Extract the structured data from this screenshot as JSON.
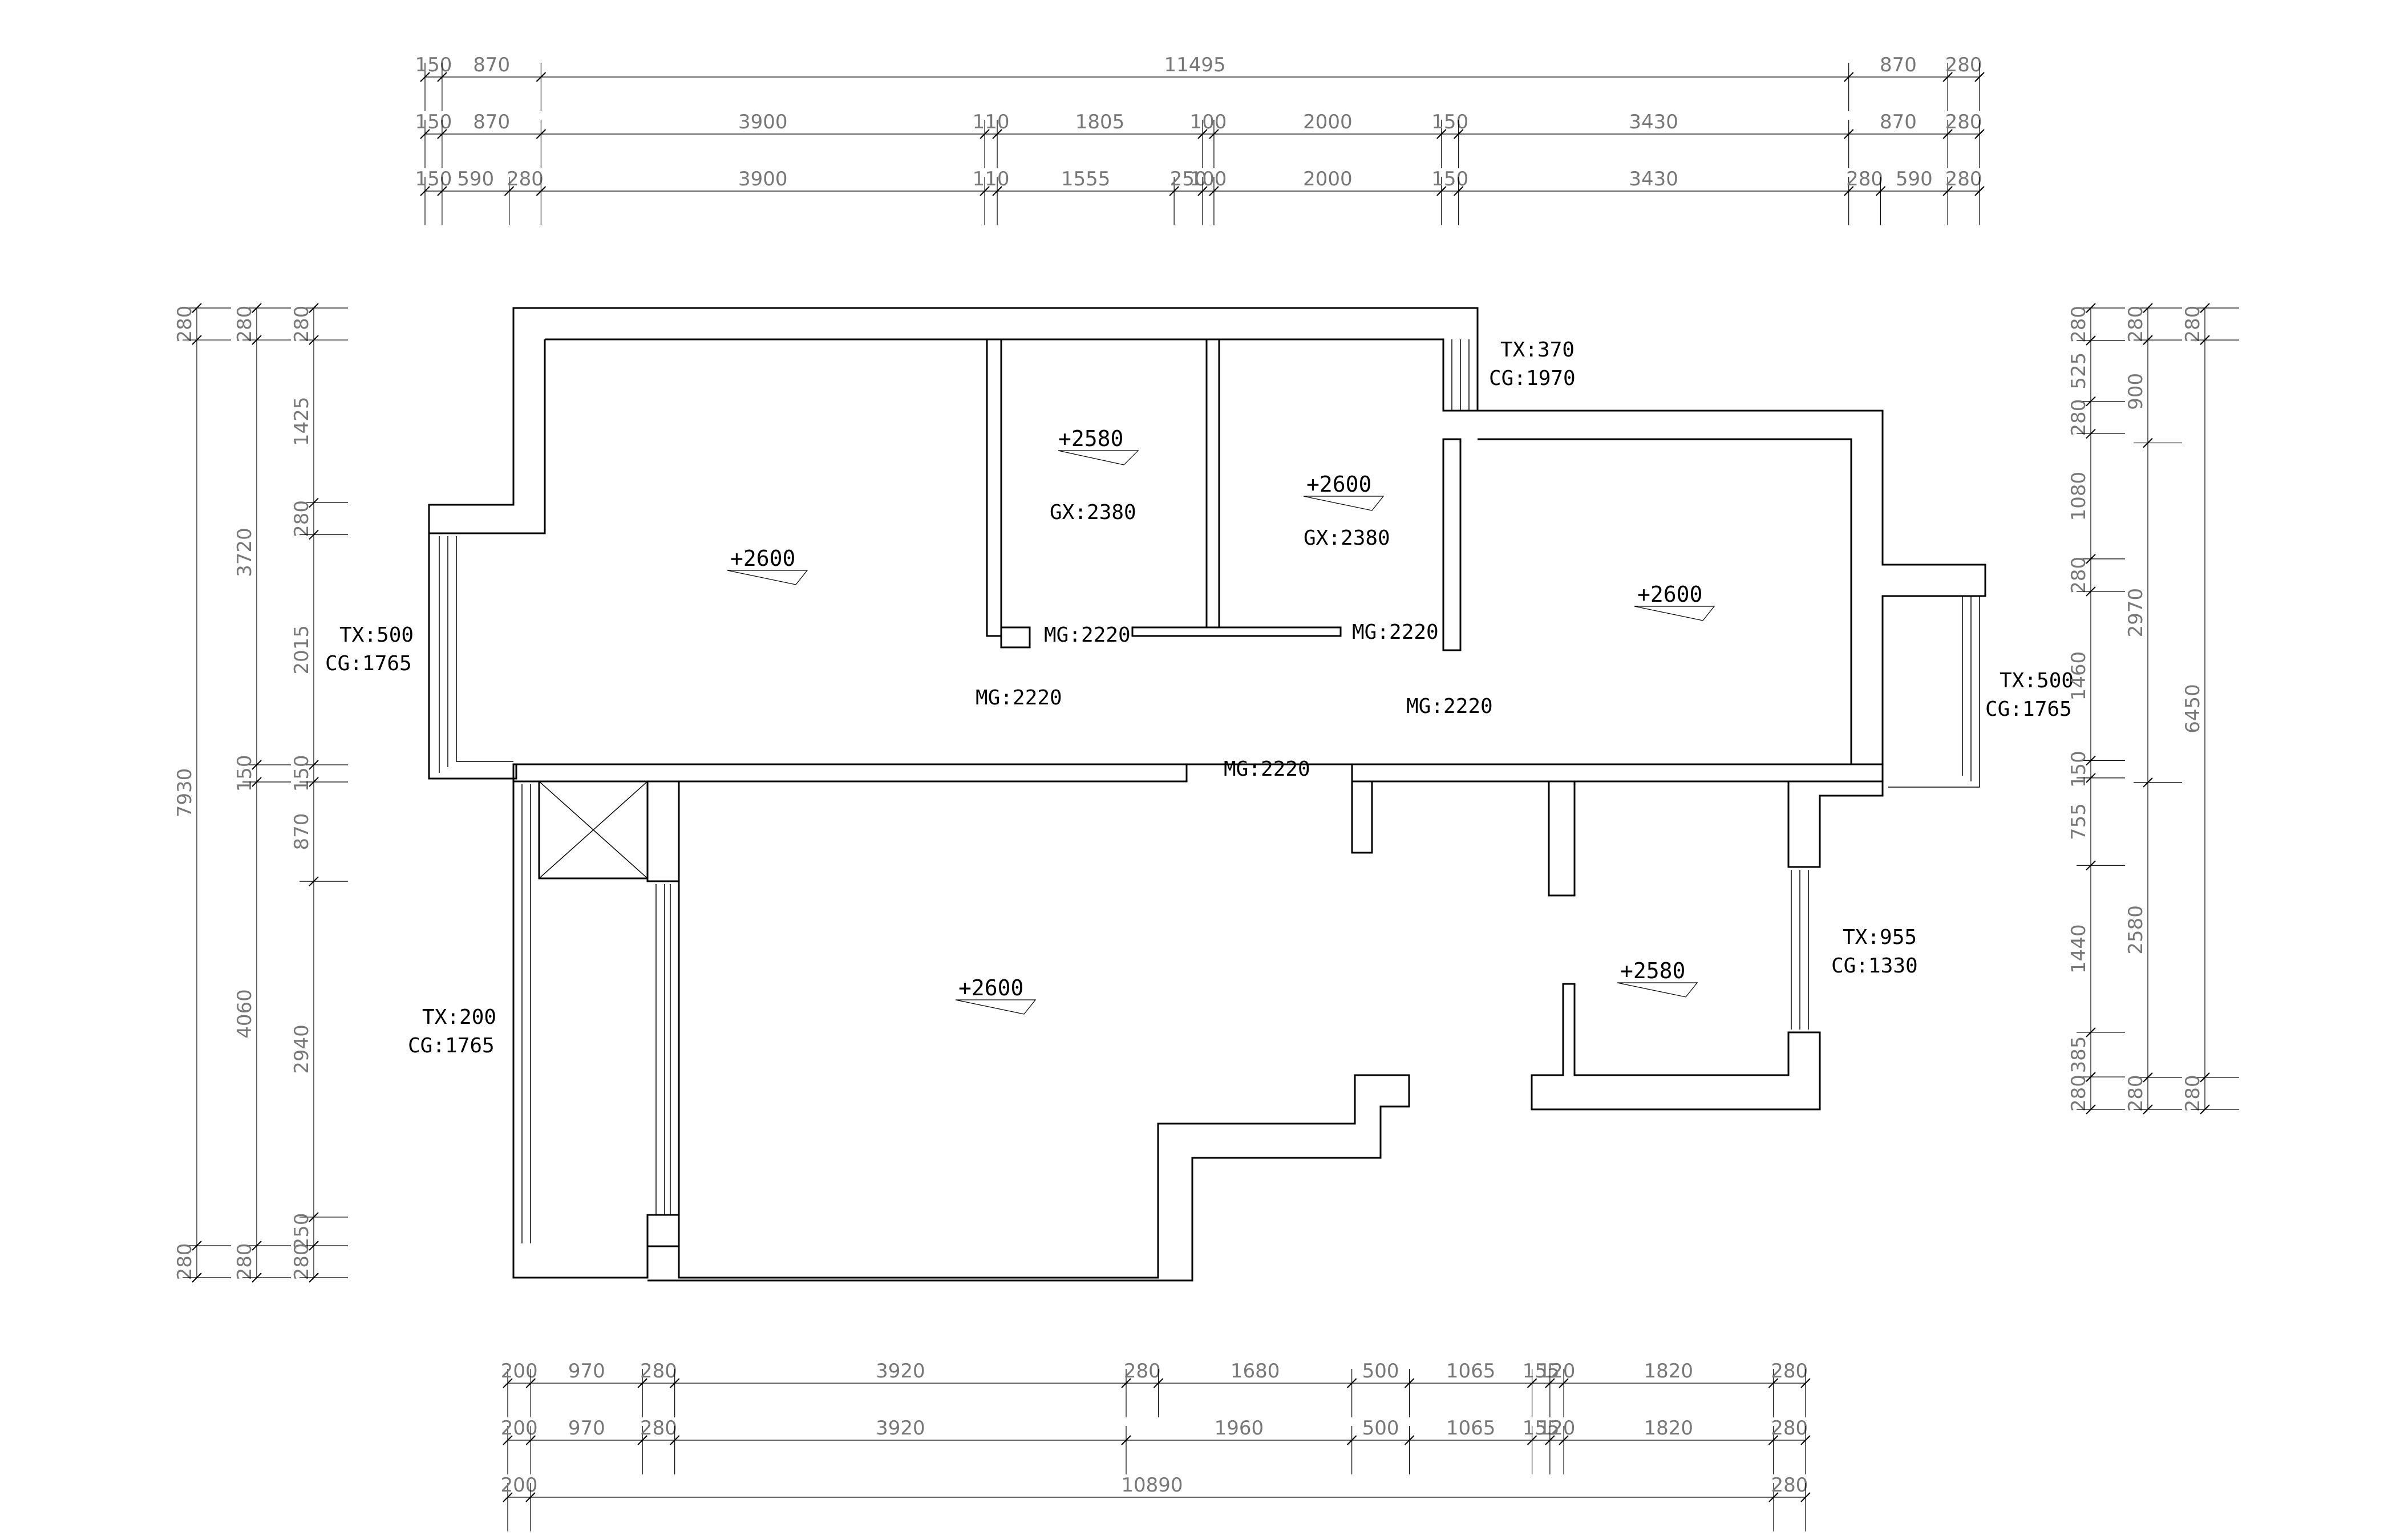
{
  "dimensions": {
    "top": [
      [
        "150",
        "870",
        "11495",
        "870",
        "280"
      ],
      [
        "150",
        "870",
        "3900",
        "110",
        "1805",
        "100",
        "2000",
        "150",
        "3430",
        "870",
        "280"
      ],
      [
        "150",
        "590",
        "280",
        "3900",
        "110",
        "1555",
        "250",
        "100",
        "2000",
        "150",
        "3430",
        "280",
        "590",
        "280"
      ]
    ],
    "bottom": [
      [
        "200",
        "970",
        "280",
        "3920",
        "280",
        "1680",
        "500",
        "1065",
        "155",
        "120",
        "1820",
        "280"
      ],
      [
        "200",
        "970",
        "280",
        "3920",
        "1960",
        "500",
        "1065",
        "155",
        "120",
        "1820",
        "280"
      ],
      [
        "200",
        "10890",
        "280"
      ]
    ],
    "left": [
      [
        "280",
        "7930",
        "280"
      ],
      [
        "280",
        "3720",
        "150",
        "4060",
        "280"
      ],
      [
        "280",
        "1425",
        "280",
        "2015",
        "150",
        "870",
        "2940",
        "250",
        "280"
      ]
    ],
    "right": [
      [
        "280",
        "525",
        "280",
        "1080",
        "280",
        "1460",
        "150",
        "755",
        "1440",
        "385",
        "280"
      ],
      [
        "280",
        "900",
        "2970",
        "2580",
        "280"
      ],
      [
        "280",
        "6450",
        "280"
      ]
    ]
  },
  "annotations": {
    "window_top": [
      "TX:370",
      "CG:1970"
    ],
    "window_left_upper": [
      "TX:500",
      "CG:1765"
    ],
    "window_right_upper": [
      "TX:500",
      "CG:1765"
    ],
    "window_right_lower": [
      "TX:955",
      "CG:1330"
    ],
    "window_left_lower": [
      "TX:200",
      "CG:1765"
    ],
    "doors": [
      "MG:2220",
      "MG:2220",
      "MG:2220",
      "MG:2220",
      "MG:2220"
    ],
    "ceiling": [
      "GX:2380",
      "GX:2380"
    ]
  },
  "levels": [
    "+2580",
    "+2600",
    "+2600",
    "+2600",
    "+2600",
    "+2580"
  ]
}
